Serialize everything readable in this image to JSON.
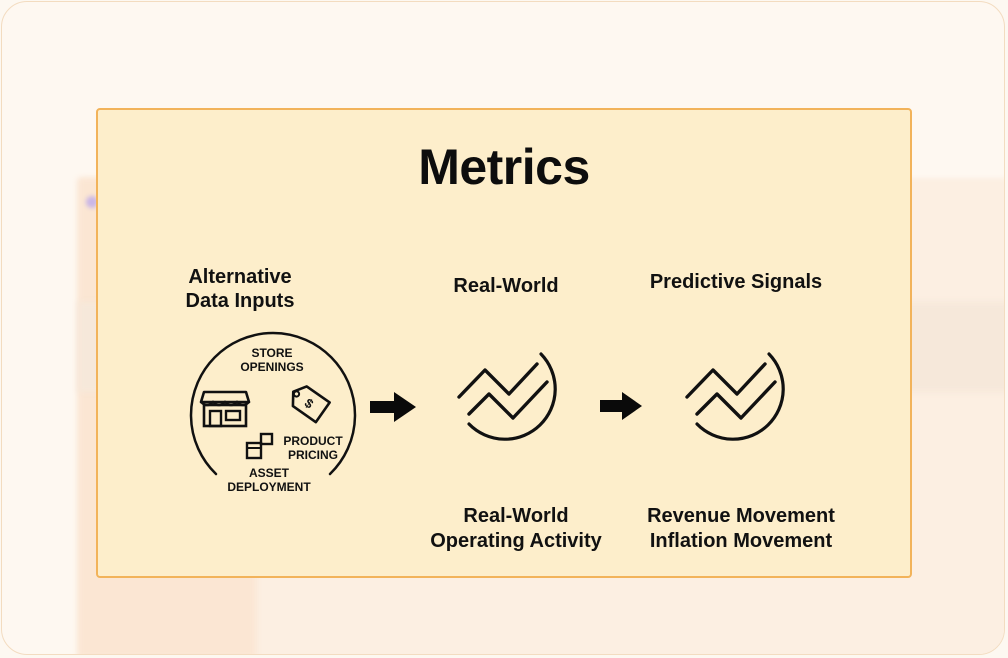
{
  "title": "Metrics",
  "columns": [
    {
      "heading": [
        "Alternative",
        "Data Inputs"
      ],
      "inputs": {
        "store": [
          "STORE",
          "OPENINGS"
        ],
        "pricing": [
          "PRODUCT",
          "PRICING"
        ],
        "asset": [
          "ASSET",
          "DEPLOYMENT"
        ]
      }
    },
    {
      "heading": [
        "Real-World"
      ],
      "footer": [
        "Real-World",
        "Operating Activity"
      ]
    },
    {
      "heading": [
        "Predictive Signals"
      ],
      "footer": [
        "Revenue Movement",
        "Inflation Movement"
      ]
    }
  ],
  "icons": {
    "store": "store-icon",
    "tag": "price-tag-icon",
    "boxes": "boxes-icon",
    "arrow": "right-arrow-icon",
    "trend": "trend-circle-icon"
  },
  "colors": {
    "card_bg": "#fdeecb",
    "card_border": "#f2b35a",
    "text": "#111111"
  }
}
